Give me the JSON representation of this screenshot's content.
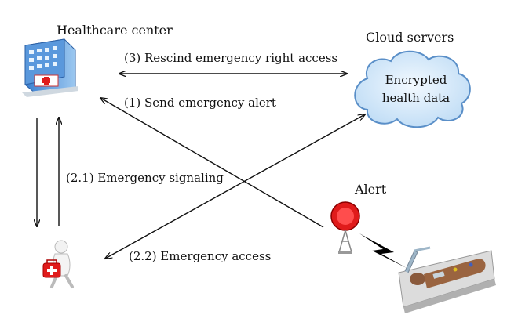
{
  "nodes": {
    "healthcare_center": "Healthcare center",
    "cloud_servers": "Cloud servers",
    "cloud_text_line1": "Encrypted",
    "cloud_text_line2": "health data",
    "alert": "Alert"
  },
  "edges": {
    "rescind": "(3) Rescind emergency right access",
    "send_alert": "(1) Send emergency alert",
    "signaling": "(2.1) Emergency signaling",
    "access": "(2.2) Emergency access"
  },
  "colors": {
    "cloud_fill": "#d9ecfa",
    "cloud_stroke": "#5a8fc8",
    "alarm_red": "#e01b1b",
    "arrow": "#111111"
  }
}
